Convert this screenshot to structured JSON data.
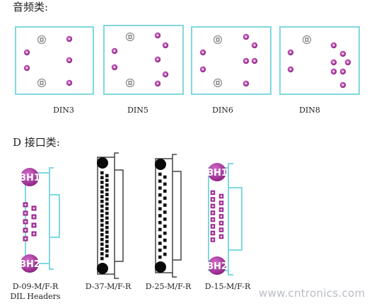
{
  "audio": {
    "title": "音频类:",
    "connectors": [
      {
        "id": "din3",
        "label": "DIN3"
      },
      {
        "id": "din5",
        "label": "DIN5"
      },
      {
        "id": "din6",
        "label": "DIN6"
      },
      {
        "id": "din8",
        "label": "DIN8"
      }
    ]
  },
  "dsub": {
    "title": "D 接口类:",
    "connectors": [
      {
        "id": "d09",
        "label": "D-09-M/F-R",
        "sublabel": "DIL Headers",
        "hole1": "BH1",
        "hole2": "BH2"
      },
      {
        "id": "d37",
        "label": "D-37-M/F-R"
      },
      {
        "id": "d25",
        "label": "D-25-M/F-R"
      },
      {
        "id": "d15",
        "label": "D-15-M/F-R",
        "hole1": "BH1",
        "hole2": "BH2"
      }
    ]
  },
  "watermark": "www.cntronics.com",
  "colors": {
    "outline": "#7fd8df",
    "pad": "#9a2a90",
    "pad_light": "#c258b8",
    "d_outline": "#555555",
    "d_pin": "#111111"
  }
}
